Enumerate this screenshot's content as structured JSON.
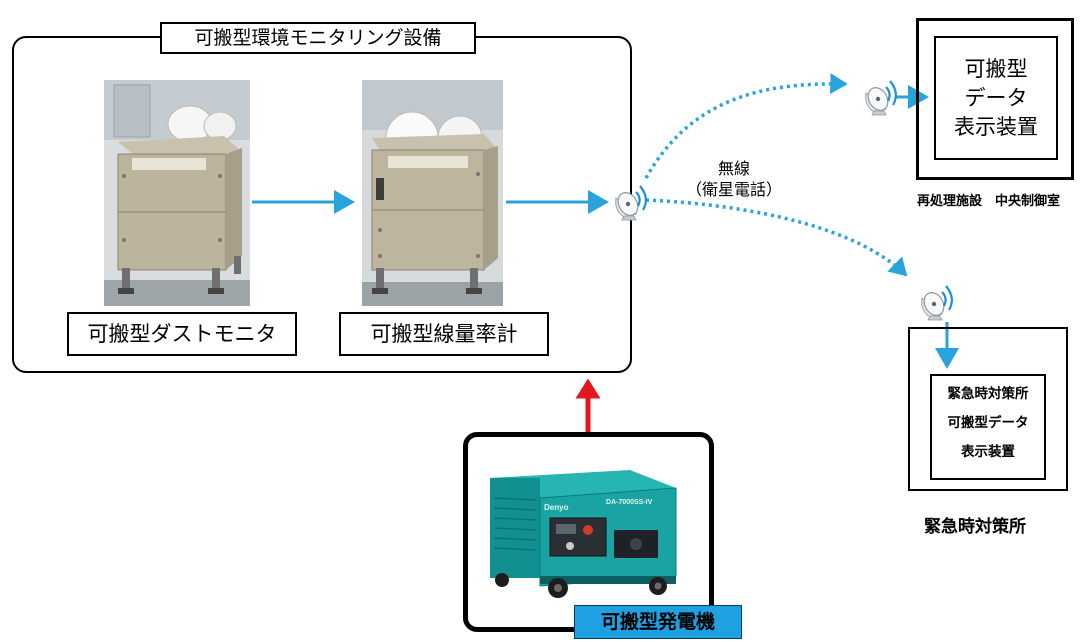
{
  "monitoring": {
    "title": "可搬型環境モニタリング設備",
    "dust_monitor_label": "可搬型ダストモニタ",
    "dose_meter_label": "可搬型線量率計"
  },
  "wireless": {
    "line1": "無線",
    "line2": "（衛星電話）"
  },
  "reprocessing": {
    "display_lines": [
      "可搬型",
      "データ",
      "表示装置"
    ],
    "caption": "再処理施設　中央制御室"
  },
  "emergency": {
    "display_lines": [
      "緊急時対策所",
      "可搬型データ",
      "表示装置"
    ],
    "caption": "緊急時対策所"
  },
  "generator": {
    "label": "可搬型発電機",
    "brand_text": "Denyo",
    "model_text": "DA-7000SS-IV"
  },
  "colors": {
    "flow_arrow": "#29a3dc",
    "power_arrow": "#e3161b",
    "generator_label_bg": "#1fa0e3",
    "generator_body": "#1aa3a3"
  },
  "icons": [
    "satellite-dish-icon",
    "arrow-icon"
  ]
}
